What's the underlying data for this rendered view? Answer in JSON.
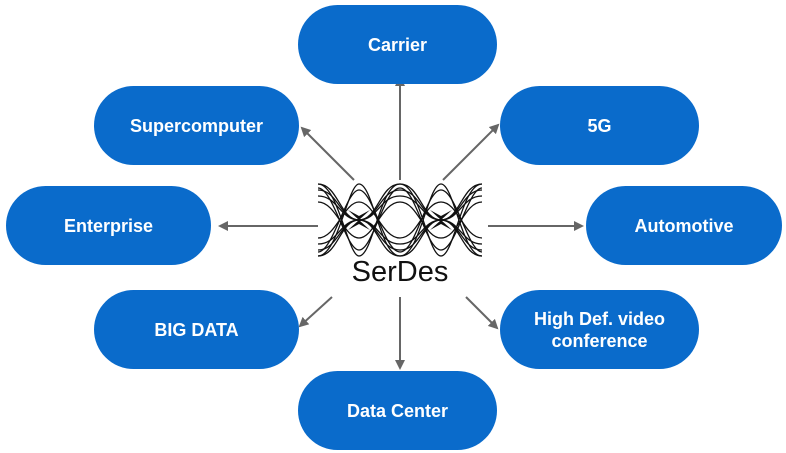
{
  "center": {
    "label": "SerDes",
    "icon": "eye-diagram-icon"
  },
  "nodes": {
    "carrier": "Carrier",
    "fiveg": "5G",
    "supercomputer": "Supercomputer",
    "enterprise": "Enterprise",
    "automotive": "Automotive",
    "bigdata": "BIG DATA",
    "hdvideo": "High Def. video conference",
    "datacenter": "Data Center"
  },
  "colors": {
    "node_fill": "#0a6bcb",
    "node_text": "#ffffff",
    "arrow": "#666666"
  }
}
